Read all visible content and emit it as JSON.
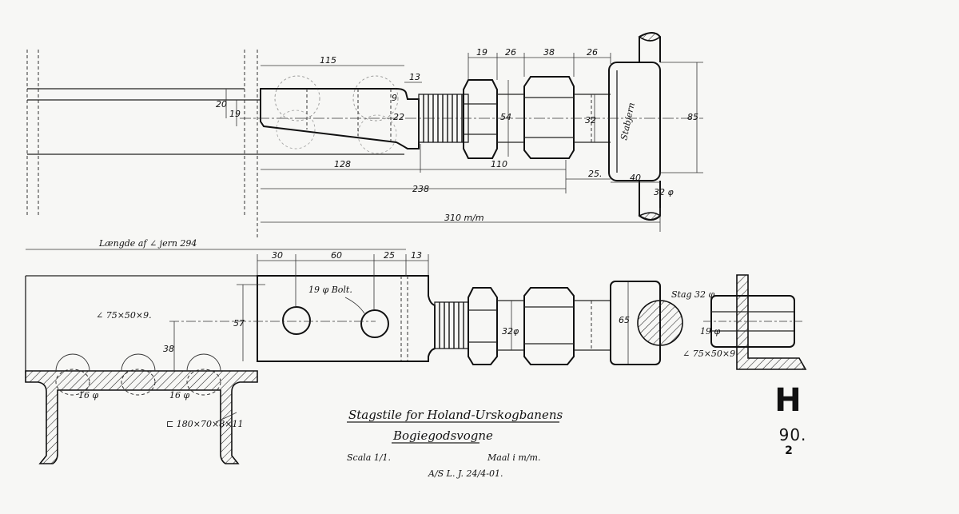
{
  "drawing": {
    "title_line1": "Stagstile for Holand-Urskogbanens",
    "title_line2": "Bogiegodsvogne",
    "scale": "Scala 1/1.",
    "units": "Maal i m/m.",
    "signature": "A/S L. J. 24/4-01.",
    "stamp_letter": "H",
    "stamp_number": "90.",
    "stamp_sub": "2"
  },
  "top_view": {
    "dims": {
      "d115": "115",
      "d13a": "13",
      "d19": "19",
      "d26a": "26",
      "d38": "38",
      "d26b": "26",
      "d20": "20",
      "d19v": "19",
      "d9": "9",
      "d22": "22",
      "d54": "54",
      "d32": "32",
      "d85": "85",
      "d128": "128",
      "d110": "110",
      "d25": "25.",
      "d40": "40",
      "d32phi": "32 φ",
      "d238": "238",
      "d310": "310 m/m"
    },
    "material_label": "Stabjern"
  },
  "bottom_view": {
    "length_note": "Længde af ∠ jern 294",
    "dims": {
      "d30": "30",
      "d60": "60",
      "d25": "25",
      "d13": "13",
      "d57": "57",
      "d38": "38",
      "d32phi": "32φ",
      "d65": "65"
    },
    "bolt_note": "19 φ Bolt.",
    "angle_note": "∠ 75×50×9.",
    "hole1": "16 φ",
    "hole2": "16 φ",
    "channel_note": "⊏ 180×70×8×11",
    "rod_note": "Stag 32 φ",
    "bolt_small": "19 φ",
    "angle_small": "∠ 75×50×9"
  }
}
